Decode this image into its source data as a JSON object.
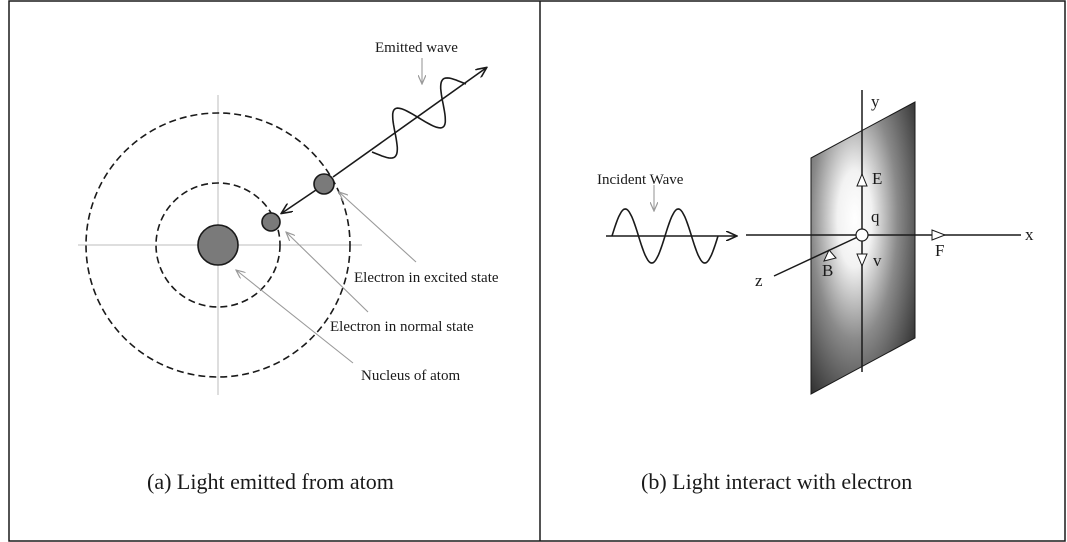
{
  "panel_a": {
    "emitted_wave_label": "Emitted wave",
    "excited_label": "Electron in excited state",
    "normal_label": "Electron in normal state",
    "nucleus_label": "Nucleus of atom",
    "caption": "(a) Light emitted from atom"
  },
  "panel_b": {
    "incident_label": "Incident Wave",
    "axis_y": "y",
    "axis_x": "x",
    "axis_z": "z",
    "vec_E": "E",
    "vec_q": "q",
    "vec_B": "B",
    "vec_v": "v",
    "vec_F": "F",
    "caption": "(b) Light interact with electron"
  },
  "colors": {
    "line": "#1a1a1a",
    "guide": "#b5b5b5",
    "particle_fill": "#7a7a7a",
    "plate_dark": "#2a2a2a",
    "plate_light": "#ffffff"
  }
}
